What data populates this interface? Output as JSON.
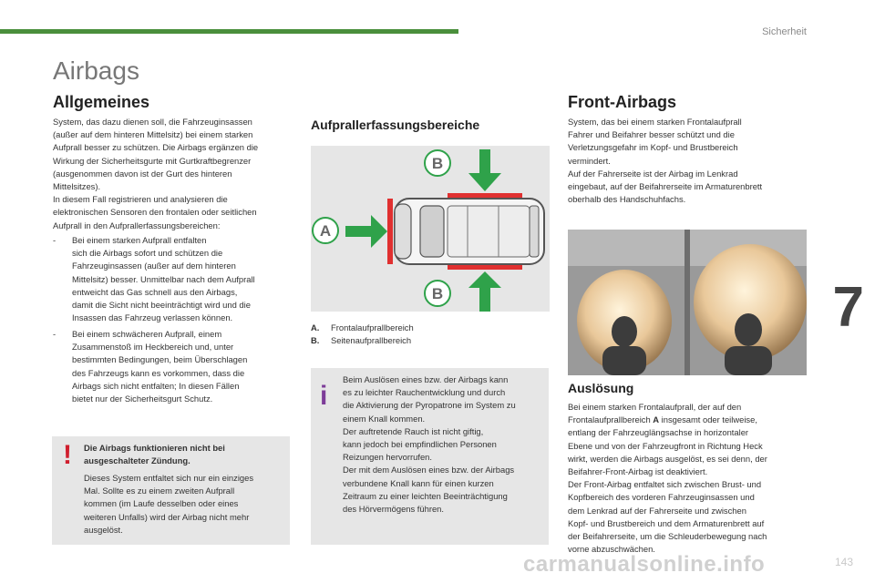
{
  "header": {
    "section": "Sicherheit",
    "chapter": "7",
    "page_number": "143"
  },
  "title": "Airbags",
  "allgemeines": {
    "heading": "Allgemeines",
    "lines": [
      "System, das dazu dienen soll, die Fahrzeuginsassen",
      "(außer auf dem hinteren Mittelsitz) bei einem starken",
      "Aufprall besser zu schützen. Die Airbags ergänzen die",
      "Wirkung der Sicherheitsgurte mit Gurtkraftbegrenzer",
      "(ausgenommen davon ist der Gurt des hinteren",
      "Mittelsitzes).",
      "In diesem Fall registrieren und analysieren die",
      "elektronischen Sensoren den frontalen oder seitlichen",
      "Aufprall in den Aufprallerfassungsbereichen:"
    ],
    "bullet1": [
      "Bei einem starken Aufprall entfalten",
      "sich die Airbags sofort und schützen die",
      "Fahrzeuginsassen (außer auf dem hinteren",
      "Mittelsitz) besser. Unmittelbar nach dem Aufprall",
      "entweicht das Gas schnell aus den Airbags,",
      "damit die Sicht nicht beeinträchtigt wird und die",
      "Insassen das Fahrzeug verlassen können."
    ],
    "bullet2": [
      "Bei einem schwächeren Aufprall, einem",
      "Zusammenstoß im Heckbereich und, unter",
      "bestimmten Bedingungen, beim Überschlagen",
      "des Fahrzeugs kann es vorkommen, dass die",
      "Airbags sich nicht entfalten; In diesen Fällen",
      "bietet nur der Sicherheitsgurt Schutz."
    ],
    "dash": "-"
  },
  "warning": {
    "mark": "!",
    "title_lines": [
      "Die Airbags funktionieren nicht bei",
      "ausgeschalteter Zündung."
    ],
    "lines": [
      "Dieses System entfaltet sich nur ein einziges",
      "Mal. Sollte es zu einem zweiten Aufprall",
      "kommen (im Laufe desselben oder eines",
      "weiteren Unfalls) wird der Airbag nicht mehr",
      "ausgelöst."
    ]
  },
  "zones": {
    "heading": "Aufprallerfassungsbereiche",
    "label_a": "A",
    "label_b": "B",
    "legend": [
      {
        "key": "A.",
        "text": "Frontalaufprallbereich"
      },
      {
        "key": "B.",
        "text": "Seitenaufprallbereich"
      }
    ]
  },
  "info": {
    "mark": "i",
    "lines": [
      "Beim Auslösen eines bzw. der Airbags kann",
      "es zu leichter Rauchentwicklung und durch",
      "die Aktivierung der Pyropatrone im System zu",
      "einem Knall kommen.",
      "Der auftretende Rauch ist nicht giftig,",
      "kann jedoch bei empfindlichen Personen",
      "Reizungen hervorrufen.",
      "Der mit dem Auslösen eines bzw. der Airbags",
      "verbundene Knall kann für einen kurzen",
      "Zeitraum zu einer leichten Beeinträchtigung",
      "des Hörvermögens führen."
    ]
  },
  "front": {
    "heading": "Front-Airbags",
    "lines": [
      "System, das bei einem starken Frontalaufprall",
      "Fahrer und Beifahrer besser schützt und die",
      "Verletzungsgefahr im Kopf- und Brustbereich",
      "vermindert.",
      "Auf der Fahrerseite ist der Airbag im Lenkrad",
      "eingebaut, auf der Beifahrerseite im Armaturenbrett",
      "oberhalb des Handschuhfachs."
    ]
  },
  "ausloesung": {
    "heading": "Auslösung",
    "line1": "Bei einem starken Frontalaufprall, der auf den",
    "line2_pre": "Frontalaufprallbereich ",
    "line2_bold": "A",
    "line2_post": " insgesamt oder teilweise,",
    "lines": [
      "entlang der Fahrzeuglängsachse in horizontaler",
      "Ebene und von der Fahrzeugfront in Richtung Heck",
      "wirkt, werden die Airbags ausgelöst, es sei denn, der",
      "Beifahrer-Front-Airbag ist deaktiviert.",
      "Der Front-Airbag entfaltet sich zwischen Brust- und",
      "Kopfbereich des vorderen Fahrzeuginsassen und",
      "dem Lenkrad auf der Fahrerseite und zwischen",
      "Kopf- und Brustbereich und dem Armaturenbrett auf",
      "der Beifahrerseite, um die Schleuderbewegung nach",
      "vorne abzuschwächen."
    ]
  },
  "footer": {
    "watermark": "carmanualsonline.info"
  },
  "colors": {
    "accent_green": "#4a8f3c",
    "warning_red": "#d01f2e",
    "info_purple": "#7d3c98",
    "impact_red": "#e03030",
    "panel_gray": "#e6e6e6"
  }
}
